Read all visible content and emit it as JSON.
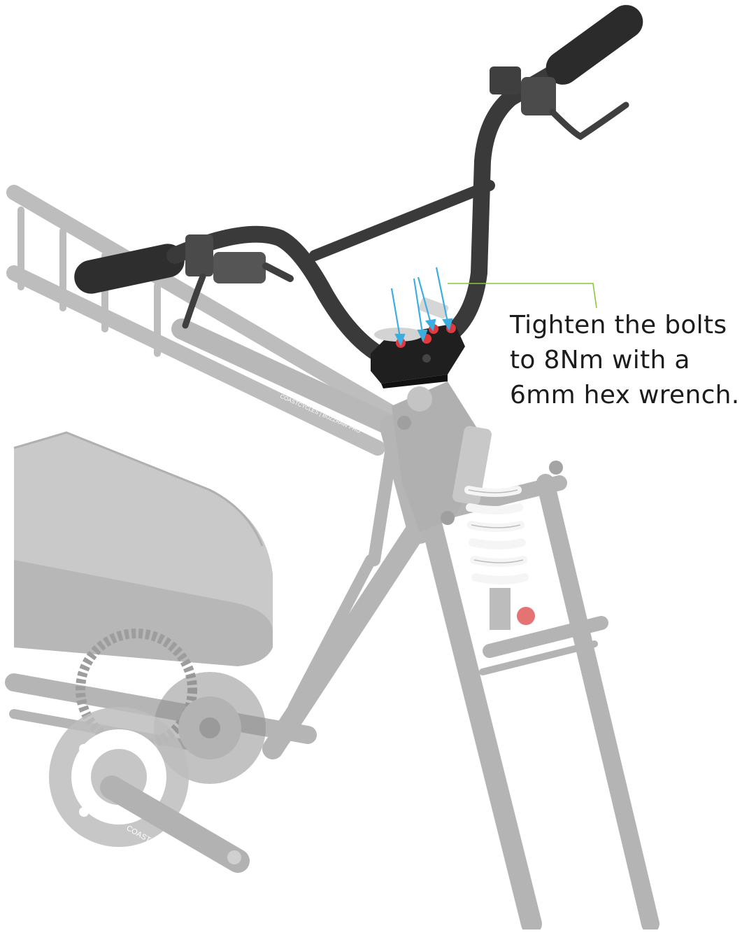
{
  "instruction": {
    "lines": [
      "Tighten the bolts",
      "to 8Nm with a",
      "6mm hex wrench."
    ]
  },
  "colors": {
    "frame": "#b9b9b9",
    "frame_dark": "#9c9c9c",
    "handlebar": "#3a3a3a",
    "grip": "#2e2e2e",
    "stem": "#1f1f1f",
    "bolt_highlight": "#e0393f",
    "arrow": "#3aaee0",
    "leader_line": "#8cc63f",
    "spring": "#f2f2f2",
    "rebound_knob": "#e57373"
  },
  "frame_print": {
    "top_tube_text": "COASTCYCLES | BUZZRAW PRO",
    "chainring_text": "COAST COMPONENTS"
  }
}
